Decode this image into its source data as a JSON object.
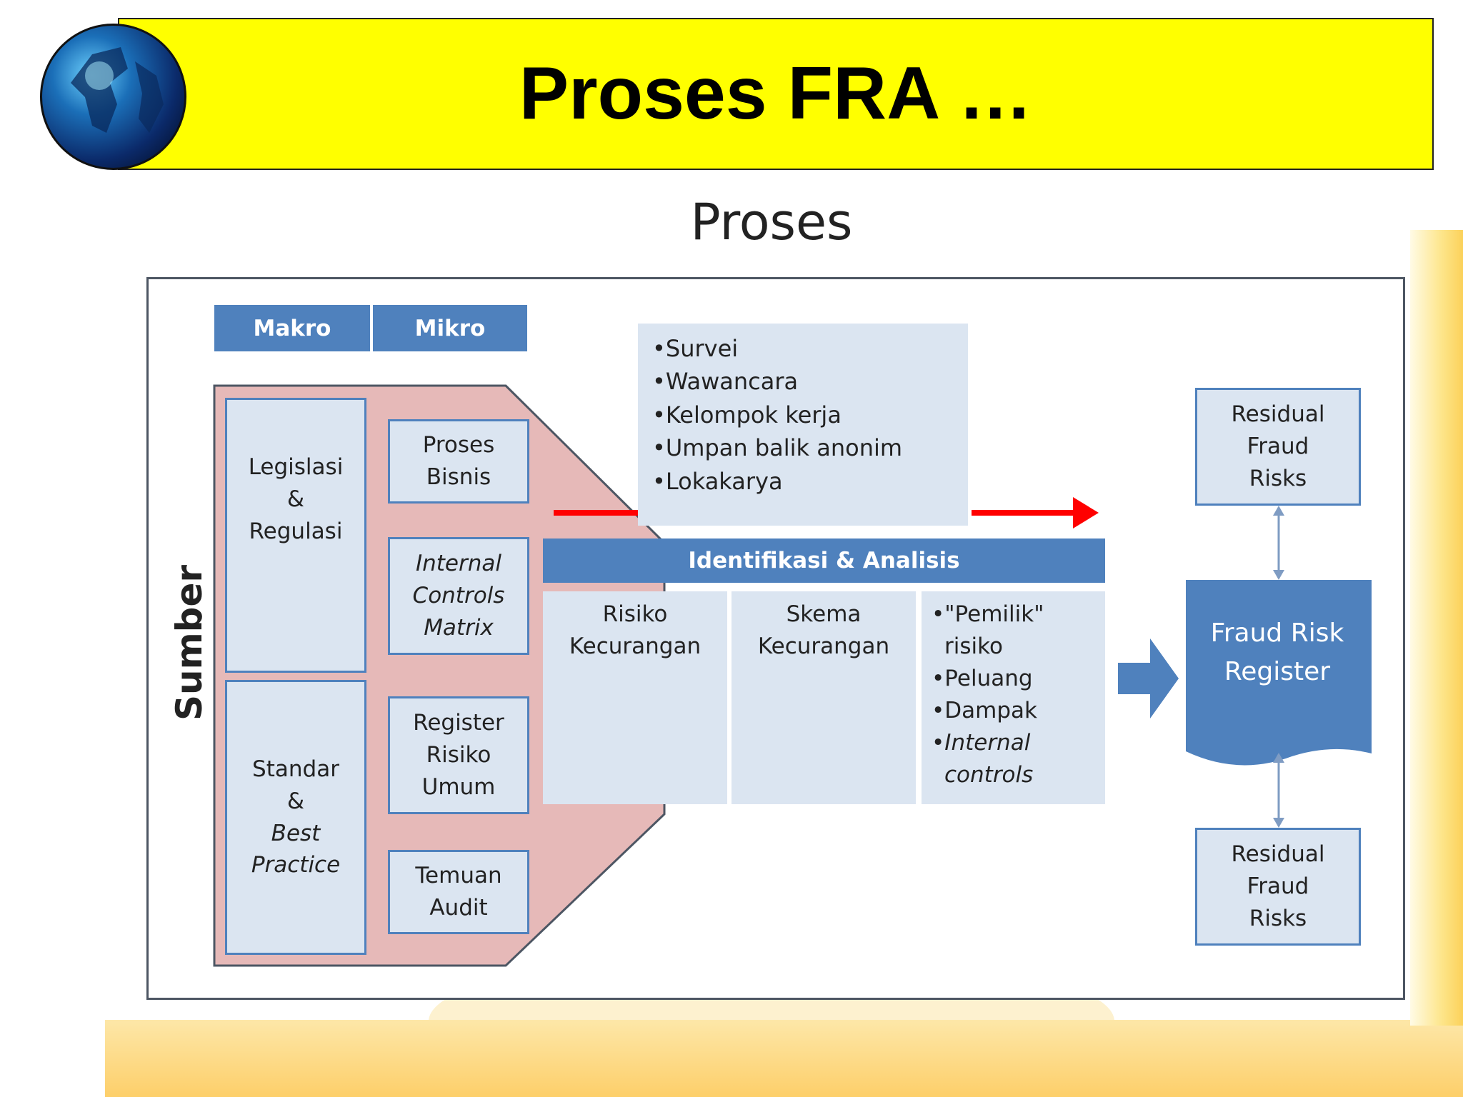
{
  "slide": {
    "title": "Proses FRA …",
    "subtitle": "Proses"
  },
  "diagram": {
    "side_label": "Sumber",
    "headers": {
      "makro": "Makro",
      "mikro": "Mikro"
    },
    "makro_sources": [
      {
        "lines": [
          "Legislasi",
          "&",
          "Regulasi"
        ]
      },
      {
        "lines": [
          "Standar",
          "&",
          "Best",
          "Practice"
        ],
        "italic_lines": [
          2,
          3
        ]
      }
    ],
    "mikro_sources": [
      {
        "lines": [
          "Proses",
          "Bisnis"
        ]
      },
      {
        "lines": [
          "Internal",
          "Controls",
          "Matrix"
        ],
        "italic": true
      },
      {
        "lines": [
          "Register",
          "Risiko",
          "Umum"
        ]
      },
      {
        "lines": [
          "Temuan",
          "Audit"
        ]
      }
    ],
    "methods": [
      "Survei",
      "Wawancara",
      "Kelompok kerja",
      "Umpan balik anonim",
      "Lokakarya"
    ],
    "analysis": {
      "header": "Identifikasi & Analisis",
      "col1": [
        "Risiko",
        "Kecurangan"
      ],
      "col2": [
        "Skema",
        "Kecurangan"
      ],
      "col3": [
        "\"Pemilik\" risiko",
        "Peluang",
        "Dampak",
        "Internal controls"
      ]
    },
    "register": {
      "lines": [
        "Fraud Risk",
        "Register"
      ]
    },
    "residual_top": [
      "Residual",
      "Fraud",
      "Risks"
    ],
    "residual_bottom": [
      "Residual",
      "Fraud",
      "Risks"
    ],
    "colors": {
      "blue": "#4f81bd",
      "light_blue": "#dbe5f1",
      "pink": "#e6b9b8",
      "red_arrow": "#ff0000",
      "title_bg": "#ffff00"
    }
  }
}
